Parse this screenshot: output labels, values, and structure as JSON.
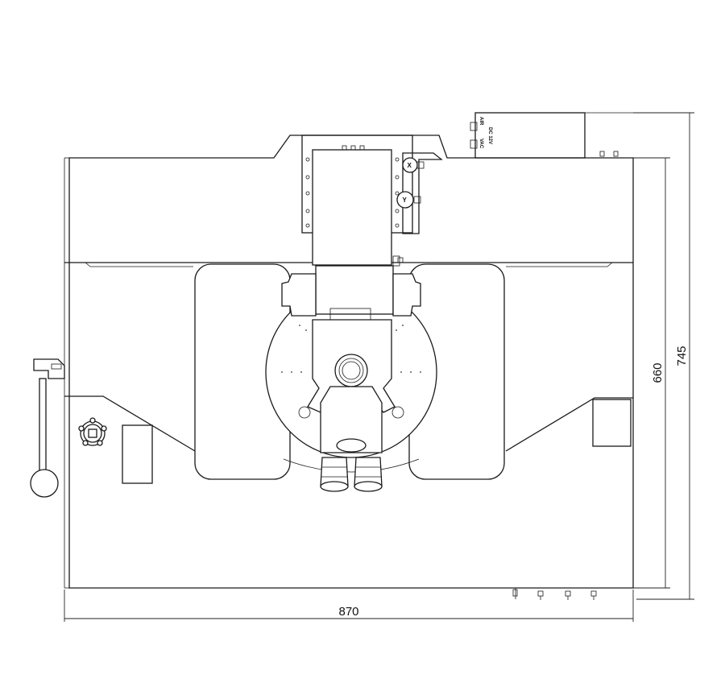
{
  "dimensions": {
    "width_label": "870",
    "depth_inner_label": "660",
    "depth_outer_label": "745"
  },
  "knobs": {
    "x_label": "X",
    "y_label": "Y"
  },
  "connectors": {
    "air_label": "AIR",
    "dc_label": "DC 12V",
    "vac_label": "VAC"
  }
}
